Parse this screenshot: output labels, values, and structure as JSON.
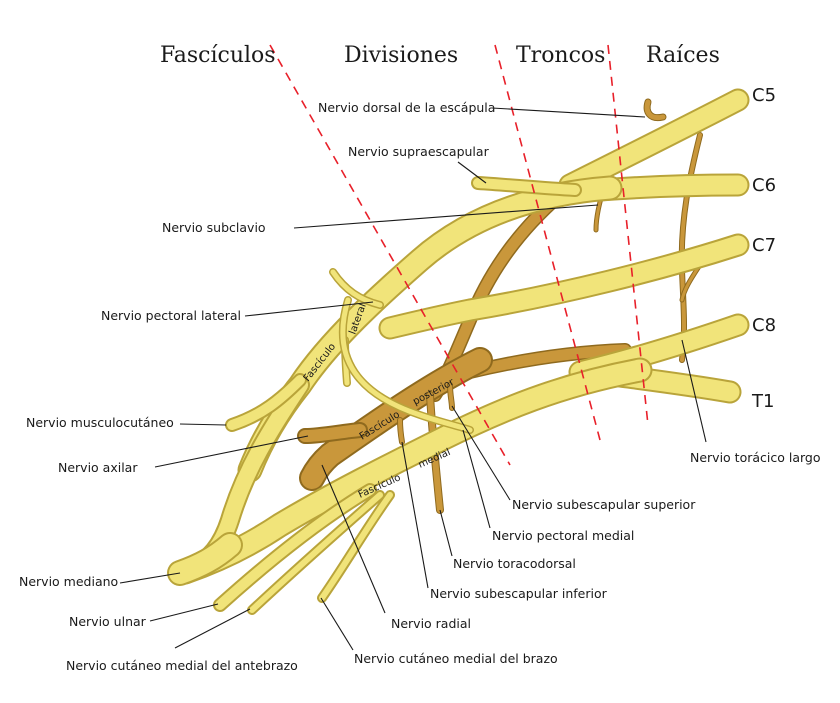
{
  "headers": {
    "fasciculos": "Fascículos",
    "divisiones": "Divisiones",
    "troncos": "Troncos",
    "raices": "Raíces"
  },
  "roots": {
    "c5": "C5",
    "c6": "C6",
    "c7": "C7",
    "c8": "C8",
    "t1": "T1"
  },
  "cords": {
    "lateral": "Fascículo lateral",
    "posterior": "Fascículo posterior",
    "medial": "Fascículo medial",
    "lateral_word": "lateral",
    "posterior_word": "posterior",
    "medial_word": "medial",
    "fasciculo_word": "Fascículo"
  },
  "labels": {
    "dorsal_escapula": "Nervio dorsal de la escápula",
    "supraescapular": "Nervio supraescapular",
    "subclavio": "Nervio subclavio",
    "pectoral_lateral": "Nervio pectoral lateral",
    "musculocutaneo": "Nervio musculocutáneo",
    "axilar": "Nervio axilar",
    "mediano": "Nervio mediano",
    "ulnar": "Nervio ulnar",
    "cutaneo_antebrazo": "Nervio cutáneo medial del antebrazo",
    "cutaneo_brazo": "Nervio cutáneo medial del brazo",
    "radial": "Nervio radial",
    "subescapular_inferior": "Nervio subescapular inferior",
    "toracodorsal": "Nervio toracodorsal",
    "pectoral_medial": "Nervio pectoral medial",
    "subescapular_superior": "Nervio subescapular superior",
    "toracico_largo": "Nervio torácico largo"
  },
  "colors": {
    "nerve_yellow": "#f1e47a",
    "nerve_yellow_outline": "#b9a43a",
    "posterior_brown": "#c9973b",
    "posterior_brown_outline": "#8f6a1e",
    "division_lines": "#e8202a"
  }
}
